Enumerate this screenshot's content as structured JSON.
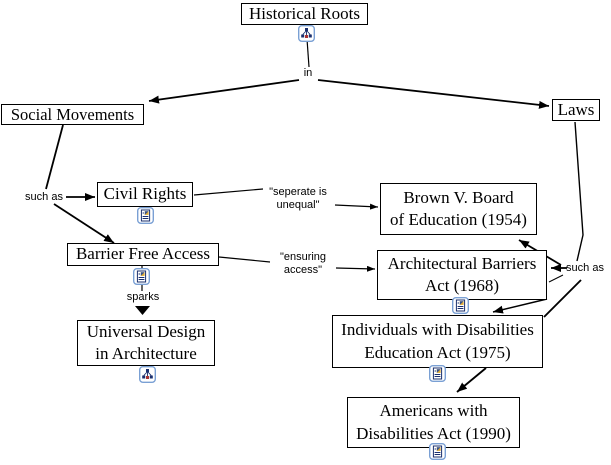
{
  "nodes": {
    "historical_roots": {
      "lines": [
        "Historical Roots"
      ]
    },
    "social_movements": {
      "lines": [
        "Social Movements"
      ]
    },
    "laws": {
      "lines": [
        "Laws"
      ]
    },
    "civil_rights": {
      "lines": [
        "Civil Rights"
      ]
    },
    "barrier_free_access": {
      "lines": [
        "Barrier Free Access"
      ]
    },
    "universal_design": {
      "lines": [
        "Universal Design",
        "in Architecture"
      ]
    },
    "brown_v_board": {
      "lines": [
        "Brown V. Board",
        "of Education (1954)"
      ]
    },
    "architectural_barriers": {
      "lines": [
        "Architectural Barriers",
        "Act (1968)"
      ]
    },
    "idea_1975": {
      "lines": [
        "Individuals with Disabilities",
        "Education Act (1975)"
      ]
    },
    "ada_1990": {
      "lines": [
        "Americans with",
        "Disabilities Act (1990)"
      ]
    }
  },
  "link_labels": {
    "in": "in",
    "such_as_left": "such as",
    "separate_unequal": {
      "lines": [
        "\"seperate is",
        "unequal\""
      ]
    },
    "ensuring_access": {
      "lines": [
        "\"ensuring",
        "access\""
      ]
    },
    "sparks": "sparks",
    "such_as_right": "such as"
  },
  "icons": {
    "concept_map": "concept-map-icon",
    "document": "document-resource-icon"
  },
  "colors": {
    "line": "#000000",
    "node_border": "#000000",
    "node_bg": "#ffffff",
    "icon_border": "#7aa0d4",
    "icon_glyph": "#1a2f6e",
    "icon_accent_red": "#aa3333",
    "icon_accent_gold": "#e0aa30"
  }
}
